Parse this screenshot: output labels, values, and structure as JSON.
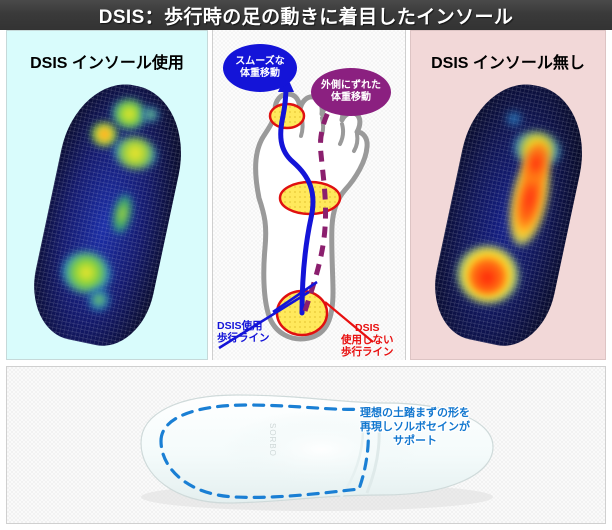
{
  "header": {
    "title": "DSIS：歩行時の足の動きに着目したインソール",
    "bg_color": "#373737",
    "text_color": "#ffffff"
  },
  "panels": {
    "left": {
      "heading": "DSIS インソール使用",
      "bg_color": "#d9fcfc",
      "image_name": "pressure-map-with-insole"
    },
    "middle": {
      "bg_color": "#f5f5f5",
      "bubbles": [
        {
          "text": "スムーズな\n体重移動",
          "color": "#1414d8"
        },
        {
          "text": "外側にずれた\n体重移動",
          "color": "#8b2080"
        }
      ],
      "line_labels": [
        {
          "text": "DSIS使用\n歩行ライン",
          "color": "#1414d8"
        },
        {
          "text": "DSIS\n使用しない\n歩行ライン",
          "color": "#e81010"
        }
      ]
    },
    "right": {
      "heading": "DSIS インソール無し",
      "bg_color": "#f2d8d8",
      "image_name": "pressure-map-without-insole"
    }
  },
  "bottom": {
    "bg_color": "#f2f2f2",
    "caption": "理想の土踏まずの形を\n再現しソルボセインが\nサポート",
    "caption_color": "#1277cf",
    "photo_name": "insole-photo-white",
    "brand_mark": "SORBO"
  }
}
